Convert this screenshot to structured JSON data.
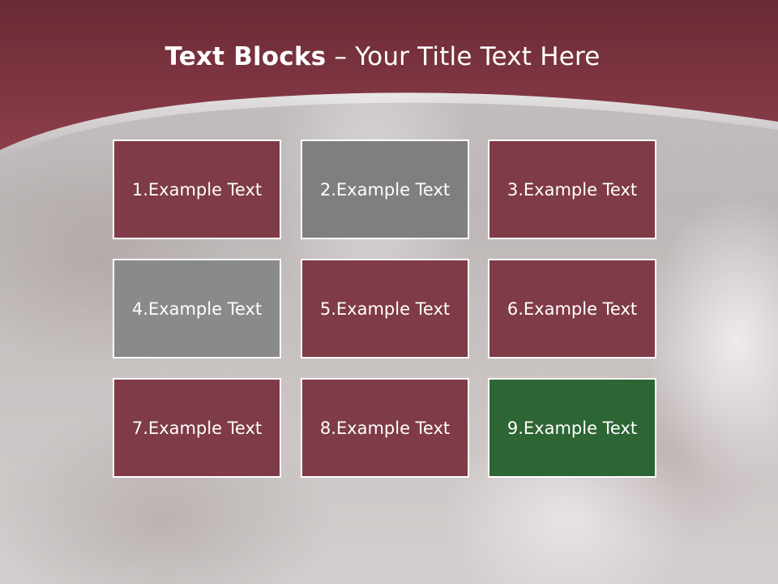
{
  "slide": {
    "title_bold": "Text Blocks",
    "title_separator": " – ",
    "title_rest": "Your Title Text Here"
  },
  "colors": {
    "header": "#7d3440",
    "header_dark": "#6a2a35",
    "block_maroon": "#7f3b47",
    "block_gray_dark": "#7f7f7f",
    "block_gray_light": "#8a8a8a",
    "block_green": "#2e6535",
    "block_border": "#ffffff"
  },
  "blocks": [
    {
      "label": "1.Example Text",
      "color": "#7f3b47"
    },
    {
      "label": "2.Example Text",
      "color": "#7f7f7f"
    },
    {
      "label": "3.Example Text",
      "color": "#7f3b47"
    },
    {
      "label": "4.Example Text",
      "color": "#8a8a8a"
    },
    {
      "label": "5.Example Text",
      "color": "#7f3b47"
    },
    {
      "label": "6.Example Text",
      "color": "#7f3b47"
    },
    {
      "label": "7.Example Text",
      "color": "#7f3b47"
    },
    {
      "label": "8.Example Text",
      "color": "#7f3b47"
    },
    {
      "label": "9.Example Text",
      "color": "#2e6535"
    }
  ]
}
